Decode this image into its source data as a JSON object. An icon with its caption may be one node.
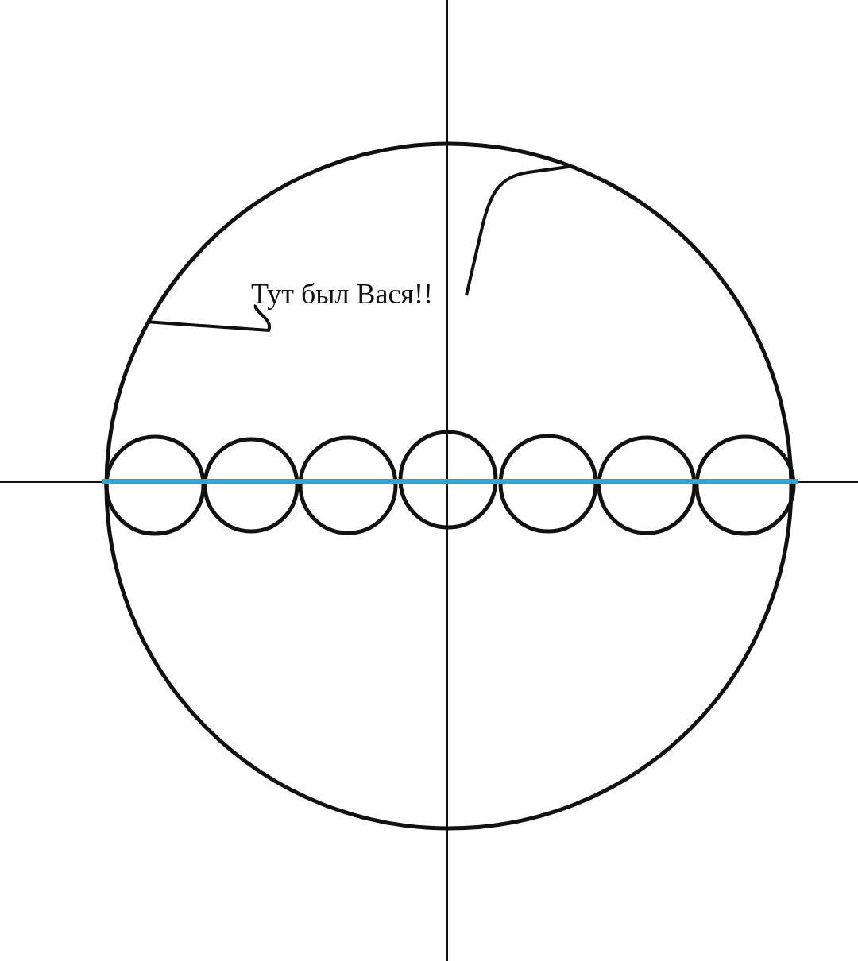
{
  "diagram": {
    "nodes": [
      {
        "text": [],
        "shape": "circle"
      },
      {
        "text": [
          "Тут был Вася!!"
        ],
        "in": 0
      },
      {
        "text": [],
        "shape": "circle",
        "in": 0
      },
      {
        "text": [],
        "shape": "circle",
        "in": 0
      },
      {
        "text": [],
        "shape": "circle",
        "in": 0
      },
      {
        "text": [],
        "shape": "circle",
        "in": 0
      },
      {
        "text": [],
        "shape": "circle",
        "in": 0
      },
      {
        "text": [],
        "shape": "circle",
        "in": 0
      },
      {
        "text": [],
        "shape": "circle",
        "in": 0
      }
    ],
    "edges": [
      {
        "from": 1,
        "to": 0,
        "arrow": "none"
      },
      {
        "from": 1,
        "to": 0,
        "arrow": "none"
      }
    ]
  }
}
